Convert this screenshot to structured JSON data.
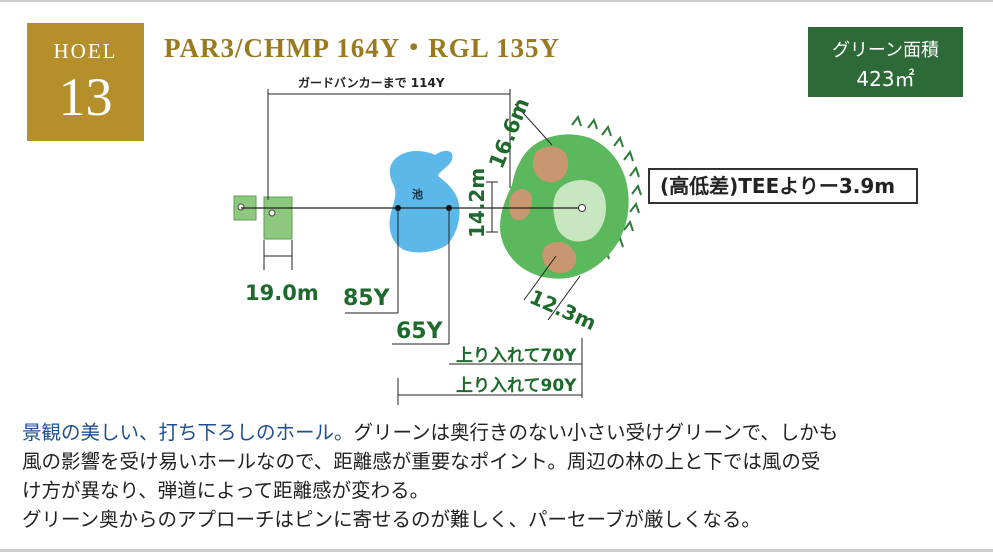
{
  "hole": {
    "label": "HOEL",
    "number": "13"
  },
  "par_line": "PAR3/CHMP 164Y・RGL 135Y",
  "green_area": {
    "label": "グリーン面積",
    "value": "423㎡"
  },
  "elevation_note": "(高低差)TEEよりー3.9m",
  "diagram": {
    "pond_label": "池",
    "guard_bunker_dist": "ガードバンカーまで 114Y",
    "tee_width": "19.0m",
    "dist_85": "85Y",
    "dist_65": "65Y",
    "green_depth": "16.6m",
    "green_width": "14.2m",
    "green_diag": "12.3m",
    "uphill_70": "上り入れて70Y",
    "uphill_90": "上り入れて90Y"
  },
  "description": {
    "lead": "景観の美しい、打ち下ろしのホール。",
    "line1_rest": "グリーンは奥行きのない小さい受けグリーンで、しかも",
    "line2": "風の影響を受け易いホールなので、距離感が重要なポイント。周辺の林の上と下では風の受",
    "line3": "け方が異なり、弾道によって距離感が変わる。",
    "line4": "グリーン奥からのアプローチはピンに寄せるのが難しく、パーセーブが厳しくなる。"
  },
  "colors": {
    "gold": "#b48f2a",
    "dark_green": "#2d6a37",
    "fairway": "#5cb85c",
    "green": "#c8e6c0",
    "bunker": "#c89770",
    "water": "#5bb8e8",
    "tee": "#8cc97f",
    "blue_text": "#1f4f8e"
  }
}
